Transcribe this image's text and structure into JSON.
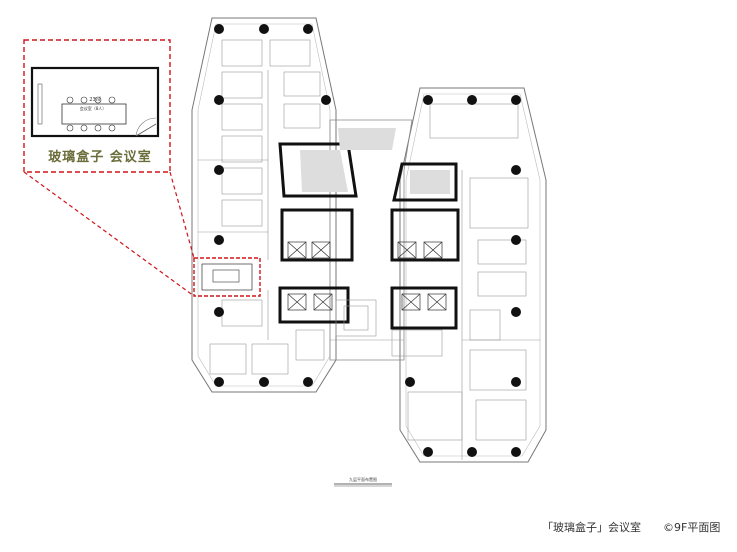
{
  "callout": {
    "title": "玻璃盒子 会议室",
    "area": "23㎡",
    "room_name": "会议室（8人）"
  },
  "plan": {
    "title": "九层平面布置图"
  },
  "caption": {
    "left": "「玻璃盒子」会议室",
    "right": "©9F平面图"
  },
  "colors": {
    "highlight": "#d0161b",
    "wall": "#111111",
    "line": "#7a7a7a",
    "label": "#6b6d3a"
  }
}
